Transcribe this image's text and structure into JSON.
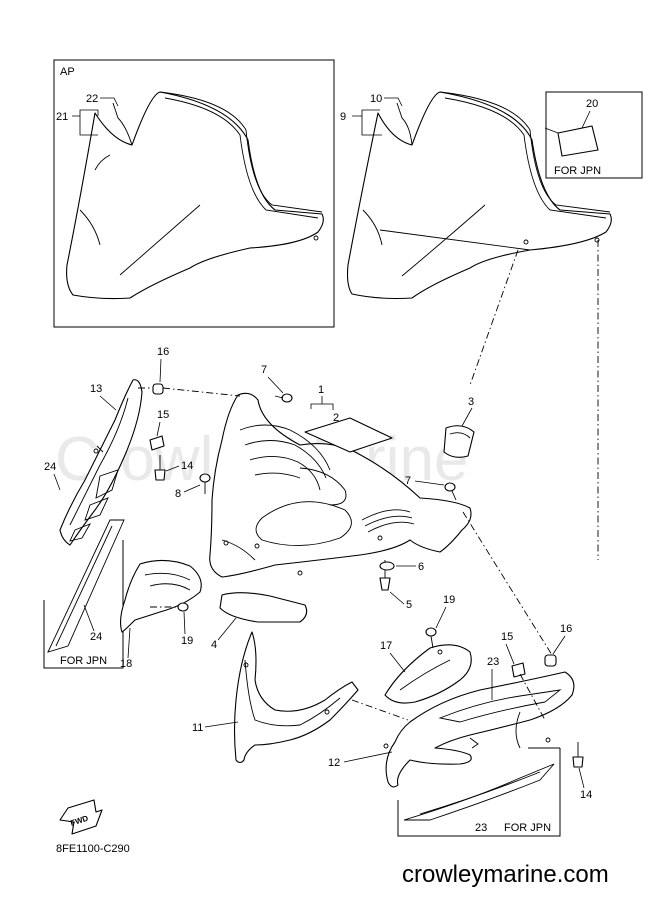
{
  "watermark": "CrowleyMarine",
  "site": "crowleymarine.com",
  "diagram_code": "8FE1100-C290",
  "fwd_badge": "FWD",
  "boxes": {
    "ap": "AP",
    "for_jpn_20": "FOR JPN",
    "for_jpn_24": "FOR JPN",
    "for_jpn_23": "FOR JPN"
  },
  "callouts": {
    "p1": "1",
    "p2": "2",
    "p3": "3",
    "p4": "4",
    "p5": "5",
    "p6": "6",
    "p7a": "7",
    "p7b": "7",
    "p8": "8",
    "p9": "9",
    "p10": "10",
    "p11": "11",
    "p12": "12",
    "p13": "13",
    "p14a": "14",
    "p14b": "14",
    "p15a": "15",
    "p15b": "15",
    "p16a": "16",
    "p16b": "16",
    "p17": "17",
    "p18": "18",
    "p19a": "19",
    "p19b": "19",
    "p20": "20",
    "p21": "21",
    "p22": "22",
    "p23a": "23",
    "p23b": "23",
    "p24a": "24",
    "p24b": "24"
  },
  "colors": {
    "line": "#000000",
    "watermark": "#e9e9e9",
    "background": "#ffffff"
  }
}
